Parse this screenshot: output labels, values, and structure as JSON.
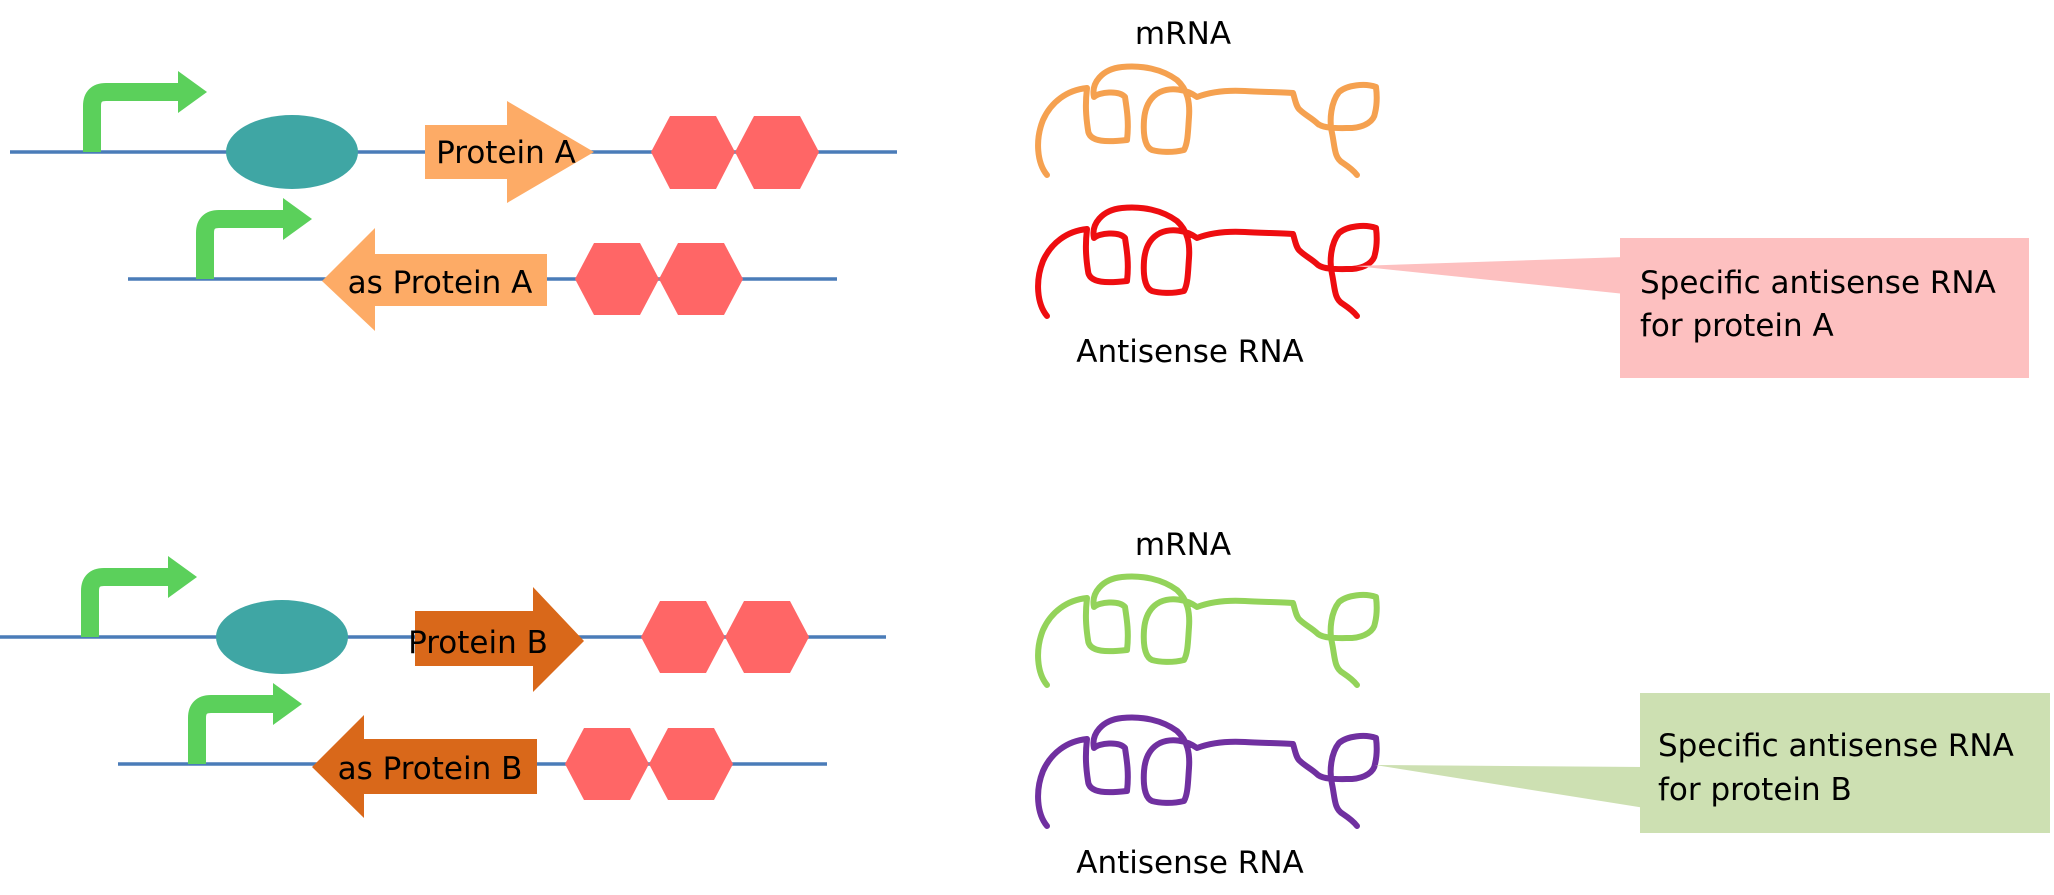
{
  "sections": [
    {
      "id": "a",
      "gene_label": "Protein A",
      "antisense_gene_label": "as Protein A",
      "mrna_label": "mRNA",
      "antisense_rna_label": "Antisense RNA",
      "callout_line1": "Specific antisense RNA",
      "callout_line2": "for protein A",
      "gene_color": "#fdab66",
      "mrna_color": "#f5a150",
      "antisense_color": "#ee0d10",
      "callout_color": "#fdc0c0"
    },
    {
      "id": "b",
      "gene_label": "Protein B",
      "antisense_gene_label": "as Protein B",
      "mrna_label": "mRNA",
      "antisense_rna_label": "Antisense RNA",
      "callout_line1": "Specific antisense RNA",
      "callout_line2": "for protein B",
      "gene_color": "#d9681a",
      "mrna_color": "#93d35a",
      "antisense_color": "#7030a0",
      "callout_color": "#cde0b2"
    }
  ],
  "colors": {
    "dna_line": "#4a7cb8",
    "promoter": "#5bd05b",
    "operator": "#3fa6a4",
    "terminator": "#ff6666"
  }
}
